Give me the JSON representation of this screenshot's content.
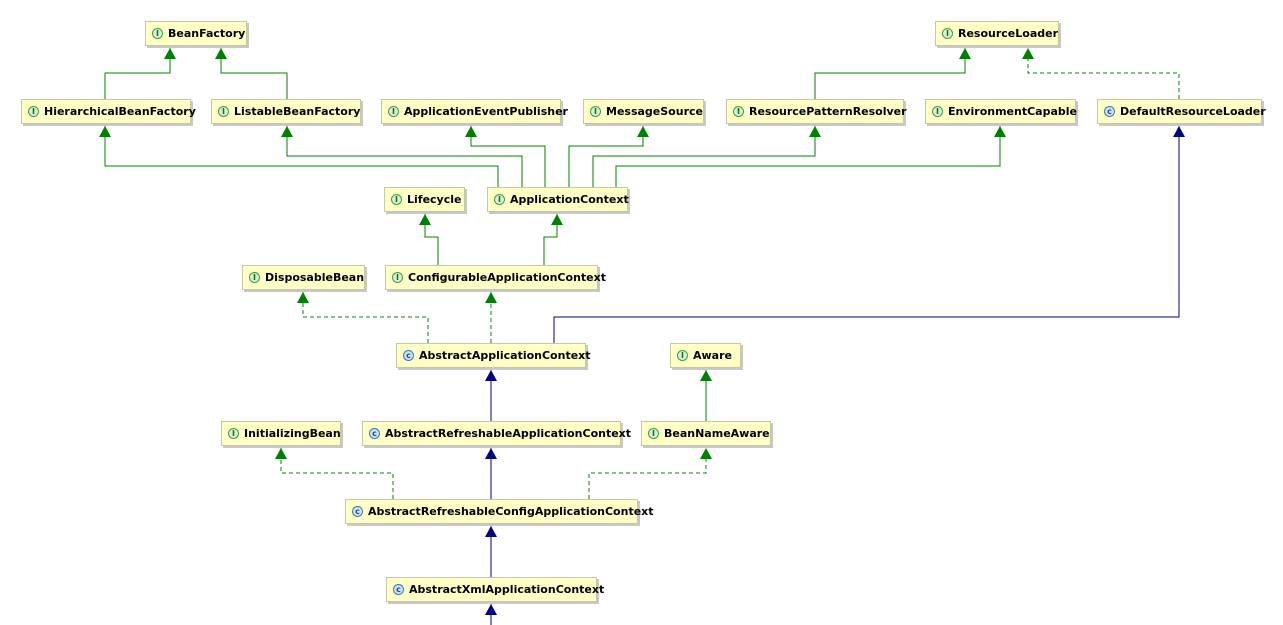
{
  "diagram": {
    "colors": {
      "node_fill": "#ffffc6",
      "extends_interface": "#008000",
      "extends_class": "#000080"
    },
    "legend_icons": {
      "interface": "I",
      "abstract": "c",
      "class": "c"
    },
    "nodes": {
      "BeanFactory": {
        "label": "BeanFactory",
        "kind": "interface"
      },
      "ResourceLoader": {
        "label": "ResourceLoader",
        "kind": "interface"
      },
      "HierarchicalBeanFactory": {
        "label": "HierarchicalBeanFactory",
        "kind": "interface"
      },
      "ListableBeanFactory": {
        "label": "ListableBeanFactory",
        "kind": "interface"
      },
      "ApplicationEventPublisher": {
        "label": "ApplicationEventPublisher",
        "kind": "interface"
      },
      "MessageSource": {
        "label": "MessageSource",
        "kind": "interface"
      },
      "ResourcePatternResolver": {
        "label": "ResourcePatternResolver",
        "kind": "interface"
      },
      "EnvironmentCapable": {
        "label": "EnvironmentCapable",
        "kind": "interface"
      },
      "DefaultResourceLoader": {
        "label": "DefaultResourceLoader",
        "kind": "class"
      },
      "Lifecycle": {
        "label": "Lifecycle",
        "kind": "interface"
      },
      "ApplicationContext": {
        "label": "ApplicationContext",
        "kind": "interface"
      },
      "DisposableBean": {
        "label": "DisposableBean",
        "kind": "interface"
      },
      "ConfigurableApplicationContext": {
        "label": "ConfigurableApplicationContext",
        "kind": "interface"
      },
      "AbstractApplicationContext": {
        "label": "AbstractApplicationContext",
        "kind": "abstract"
      },
      "Aware": {
        "label": "Aware",
        "kind": "interface"
      },
      "InitializingBean": {
        "label": "InitializingBean",
        "kind": "interface"
      },
      "AbstractRefreshableApplicationContext": {
        "label": "AbstractRefreshableApplicationContext",
        "kind": "abstract"
      },
      "BeanNameAware": {
        "label": "BeanNameAware",
        "kind": "interface"
      },
      "AbstractRefreshableConfigApplicationContext": {
        "label": "AbstractRefreshableConfigApplicationContext",
        "kind": "abstract"
      },
      "AbstractXmlApplicationContext": {
        "label": "AbstractXmlApplicationContext",
        "kind": "abstract"
      }
    },
    "relations": [
      {
        "from": "HierarchicalBeanFactory",
        "to": "BeanFactory",
        "type": "extends"
      },
      {
        "from": "ListableBeanFactory",
        "to": "BeanFactory",
        "type": "extends"
      },
      {
        "from": "ResourcePatternResolver",
        "to": "ResourceLoader",
        "type": "extends"
      },
      {
        "from": "DefaultResourceLoader",
        "to": "ResourceLoader",
        "type": "implements"
      },
      {
        "from": "ApplicationContext",
        "to": "HierarchicalBeanFactory",
        "type": "extends"
      },
      {
        "from": "ApplicationContext",
        "to": "ListableBeanFactory",
        "type": "extends"
      },
      {
        "from": "ApplicationContext",
        "to": "ApplicationEventPublisher",
        "type": "extends"
      },
      {
        "from": "ApplicationContext",
        "to": "MessageSource",
        "type": "extends"
      },
      {
        "from": "ApplicationContext",
        "to": "ResourcePatternResolver",
        "type": "extends"
      },
      {
        "from": "ApplicationContext",
        "to": "EnvironmentCapable",
        "type": "extends"
      },
      {
        "from": "ConfigurableApplicationContext",
        "to": "Lifecycle",
        "type": "extends"
      },
      {
        "from": "ConfigurableApplicationContext",
        "to": "ApplicationContext",
        "type": "extends"
      },
      {
        "from": "AbstractApplicationContext",
        "to": "DisposableBean",
        "type": "implements"
      },
      {
        "from": "AbstractApplicationContext",
        "to": "ConfigurableApplicationContext",
        "type": "implements"
      },
      {
        "from": "AbstractApplicationContext",
        "to": "DefaultResourceLoader",
        "type": "extends-class"
      },
      {
        "from": "AbstractRefreshableApplicationContext",
        "to": "AbstractApplicationContext",
        "type": "extends-class"
      },
      {
        "from": "BeanNameAware",
        "to": "Aware",
        "type": "extends"
      },
      {
        "from": "AbstractRefreshableConfigApplicationContext",
        "to": "InitializingBean",
        "type": "implements"
      },
      {
        "from": "AbstractRefreshableConfigApplicationContext",
        "to": "AbstractRefreshableApplicationContext",
        "type": "extends-class"
      },
      {
        "from": "AbstractRefreshableConfigApplicationContext",
        "to": "BeanNameAware",
        "type": "implements"
      },
      {
        "from": "AbstractXmlApplicationContext",
        "to": "AbstractRefreshableConfigApplicationContext",
        "type": "extends-class"
      }
    ]
  }
}
